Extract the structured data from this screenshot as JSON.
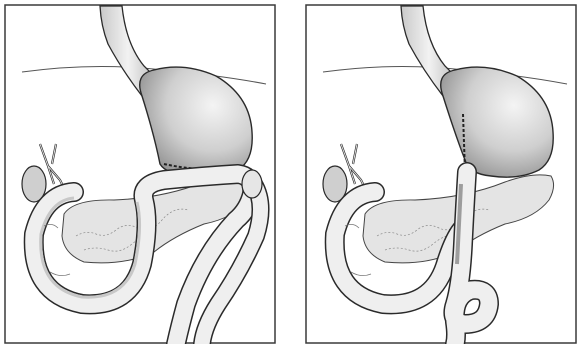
{
  "figure": {
    "panels": [
      {
        "id": "left",
        "subject": "stomach-duodenum-loop",
        "colors": {
          "frame": "#3a3a3a",
          "stroke": "#2a2a2a",
          "organ_fill": "#d4d4d4",
          "organ_highlight": "#f2f2f2",
          "bowel_fill": "#e9e9e9",
          "pancreas_fill": "#e2e2e2"
        }
      },
      {
        "id": "right",
        "subject": "stomach-jejunum-anastomosis",
        "colors": {
          "frame": "#3a3a3a",
          "stroke": "#2a2a2a",
          "organ_fill": "#d4d4d4",
          "organ_highlight": "#f2f2f2",
          "bowel_fill": "#e9e9e9",
          "pancreas_fill": "#e2e2e2"
        }
      }
    ]
  }
}
